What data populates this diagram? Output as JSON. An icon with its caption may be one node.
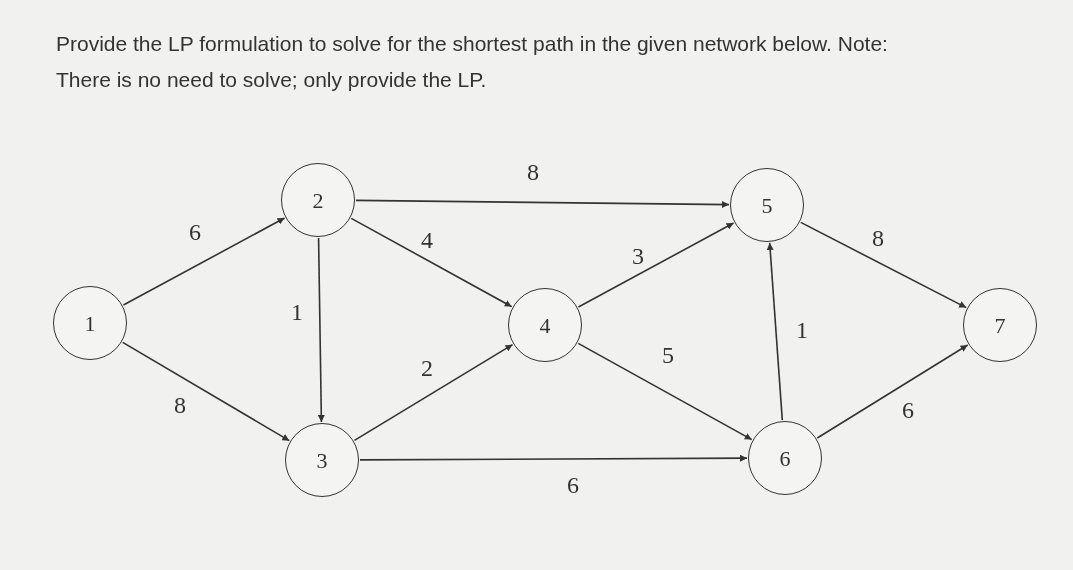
{
  "diagram": {
    "title": "Provide the LP formulation to solve for the shortest path in the given network below. Note: There is no need to solve; only provide the LP.",
    "nodes": [
      {
        "text": [
          "1"
        ]
      },
      {
        "text": [
          "2"
        ]
      },
      {
        "text": [
          "3"
        ]
      },
      {
        "text": [
          "4"
        ]
      },
      {
        "text": [
          "5"
        ]
      },
      {
        "text": [
          "6"
        ]
      },
      {
        "text": [
          "7"
        ]
      }
    ],
    "edges": [
      {
        "from": 0,
        "to": 1,
        "arrow": "to",
        "label": "6"
      },
      {
        "from": 0,
        "to": 2,
        "arrow": "to",
        "label": "8"
      },
      {
        "from": 1,
        "to": 4,
        "arrow": "to",
        "label": "8"
      },
      {
        "from": 1,
        "to": 3,
        "arrow": "to",
        "label": "4"
      },
      {
        "from": 1,
        "to": 2,
        "arrow": "to",
        "label": "1"
      },
      {
        "from": 2,
        "to": 3,
        "arrow": "to",
        "label": "2"
      },
      {
        "from": 2,
        "to": 5,
        "arrow": "to",
        "label": "6"
      },
      {
        "from": 3,
        "to": 4,
        "arrow": "to",
        "label": "3"
      },
      {
        "from": 3,
        "to": 5,
        "arrow": "to",
        "label": "5"
      },
      {
        "from": 5,
        "to": 4,
        "arrow": "to",
        "label": "1"
      },
      {
        "from": 4,
        "to": 6,
        "arrow": "to",
        "label": "8"
      },
      {
        "from": 5,
        "to": 6,
        "arrow": "to",
        "label": "6"
      }
    ]
  }
}
